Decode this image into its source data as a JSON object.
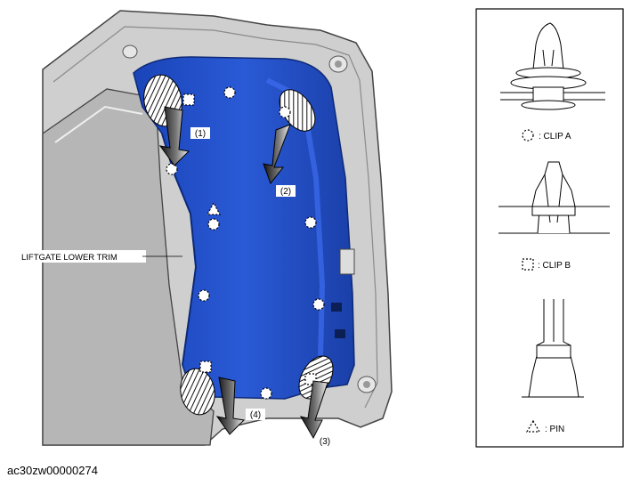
{
  "diagram": {
    "part_label": "LIFTGATE LOWER TRIM",
    "steps": [
      "(1)",
      "(2)",
      "(3)",
      "(4)"
    ],
    "legend": {
      "clip_a": ": CLIP A",
      "clip_b": ": CLIP B",
      "pin": ": PIN"
    },
    "figure_code": "ac30zw00000274",
    "colors": {
      "trim_blue": "#1f4fc9",
      "trim_blue_dark": "#163a9c",
      "gate_gray": "#c9c9c9",
      "glass_gray": "#b4b4b4",
      "outline": "#000000"
    }
  }
}
